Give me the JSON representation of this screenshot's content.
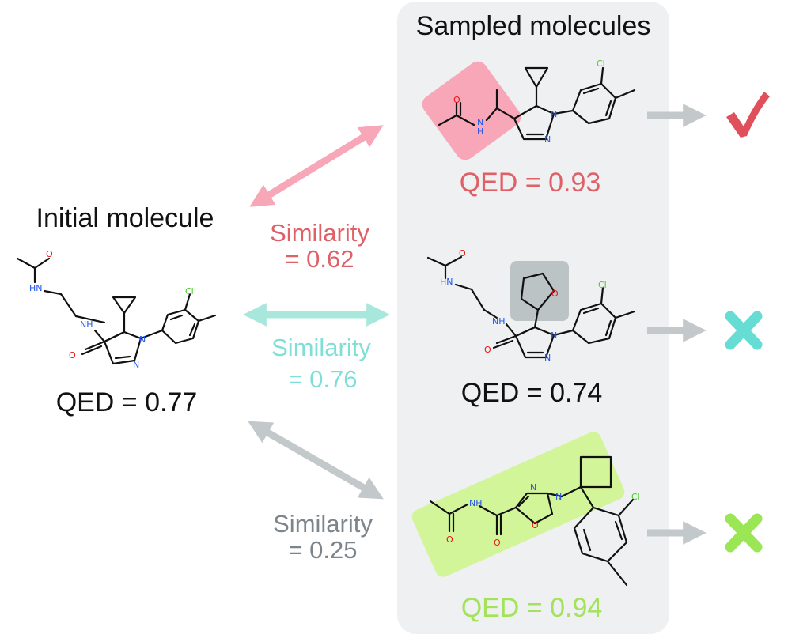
{
  "panel": {
    "title": "Sampled molecules"
  },
  "initial": {
    "label": "Initial molecule",
    "qed": "QED = 0.77"
  },
  "samples": [
    {
      "qed": "QED = 0.93",
      "similarity_label": "Similarity",
      "similarity_value": "= 0.62",
      "result": "accepted",
      "result_icon": "checkmark-icon"
    },
    {
      "qed": "QED = 0.74",
      "similarity_label": "Similarity",
      "similarity_value": "= 0.76",
      "result": "rejected",
      "result_icon": "cross-icon"
    },
    {
      "qed": "QED = 0.94",
      "similarity_label": "Similarity",
      "similarity_value": "= 0.25",
      "result": "rejected",
      "result_icon": "cross-icon"
    }
  ],
  "atoms": {
    "o": "O",
    "n": "N",
    "nh": "NH",
    "hn": "HN",
    "h": "H",
    "cl": "Cl"
  },
  "colors": {
    "pink": "#f7a7b8",
    "pink_text": "#e06068",
    "cyan": "#a8e8dc",
    "cyan_text": "#7fded6",
    "cyan_cross": "#66ddd4",
    "gray_arrow": "#c3c9cb",
    "gray_text": "#7c858b",
    "green_box": "#d2f59a",
    "green_text": "#a3e35a",
    "green_cross": "#9be655",
    "check": "#e0505a",
    "panel_bg": "#eef0f1",
    "thf_box": "#bcc3c5",
    "nitrogen": "#2255ee",
    "oxygen": "#ee1111",
    "chlorine": "#44cc22"
  }
}
